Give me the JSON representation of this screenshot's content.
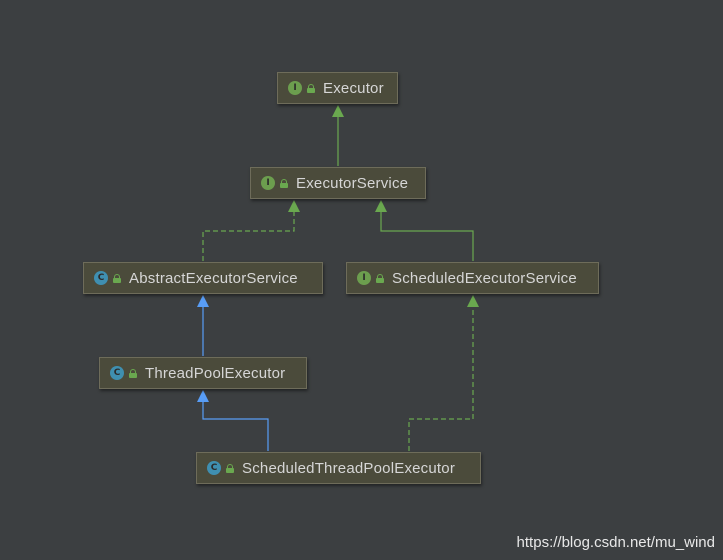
{
  "nodes": {
    "executor": {
      "name": "Executor",
      "kind": "interface",
      "kind_letter": "I"
    },
    "executor_service": {
      "name": "ExecutorService",
      "kind": "interface",
      "kind_letter": "I"
    },
    "abstract_executor_service": {
      "name": "AbstractExecutorService",
      "kind": "class",
      "kind_letter": "C"
    },
    "scheduled_executor_service": {
      "name": "ScheduledExecutorService",
      "kind": "interface",
      "kind_letter": "I"
    },
    "thread_pool_executor": {
      "name": "ThreadPoolExecutor",
      "kind": "class",
      "kind_letter": "C"
    },
    "scheduled_thread_pool_executor": {
      "name": "ScheduledThreadPoolExecutor",
      "kind": "class",
      "kind_letter": "C"
    }
  },
  "relations": [
    {
      "from": "ExecutorService",
      "to": "Executor",
      "type": "extends-interface"
    },
    {
      "from": "AbstractExecutorService",
      "to": "ExecutorService",
      "type": "implements"
    },
    {
      "from": "ScheduledExecutorService",
      "to": "ExecutorService",
      "type": "extends-interface"
    },
    {
      "from": "ThreadPoolExecutor",
      "to": "AbstractExecutorService",
      "type": "extends-class"
    },
    {
      "from": "ScheduledThreadPoolExecutor",
      "to": "ThreadPoolExecutor",
      "type": "extends-class"
    },
    {
      "from": "ScheduledThreadPoolExecutor",
      "to": "ScheduledExecutorService",
      "type": "implements"
    }
  ],
  "colors": {
    "background": "#3c3f41",
    "interface_edge": "#6aa84f",
    "class_edge": "#589df6",
    "node_fill": "#4b4b3b",
    "interface_icon": "#6c9e4e",
    "class_icon": "#3f8fb0"
  },
  "watermark": "https://blog.csdn.net/mu_wind"
}
